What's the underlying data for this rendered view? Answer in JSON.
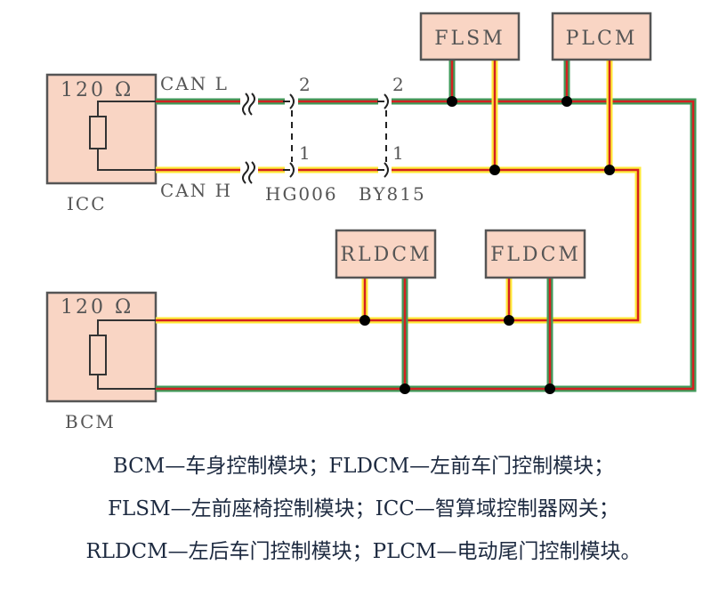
{
  "diagram": {
    "title": "CAN bus topology",
    "colors": {
      "module_fill": "#f9d5c4",
      "module_border": "#555555",
      "can_l_outer": "#3f9a5a",
      "can_l_inner": "#d42020",
      "can_h_outer": "#ffea3a",
      "can_h_inner": "#d42020",
      "junction": "#000000"
    },
    "modules": {
      "icc": {
        "name": "ICC",
        "resistor": "120 Ω"
      },
      "bcm": {
        "name": "BCM",
        "resistor": "120 Ω"
      },
      "flsm": {
        "name": "FLSM"
      },
      "plcm": {
        "name": "PLCM"
      },
      "rldcm": {
        "name": "RLDCM"
      },
      "fldcm": {
        "name": "FLDCM"
      }
    },
    "signals": {
      "can_l": "CAN L",
      "can_h": "CAN H"
    },
    "connectors": [
      {
        "name": "HG006",
        "pin_can_l": "2",
        "pin_can_h": "1"
      },
      {
        "name": "BY815",
        "pin_can_l": "2",
        "pin_can_h": "1"
      }
    ]
  },
  "legend": {
    "lines": [
      "BCM—车身控制模块；FLDCM—左前车门控制模块；",
      "FLSM—左前座椅控制模块；ICC—智算域控制器网关；",
      "RLDCM—左后车门控制模块；PLCM—电动尾门控制模块。"
    ]
  }
}
